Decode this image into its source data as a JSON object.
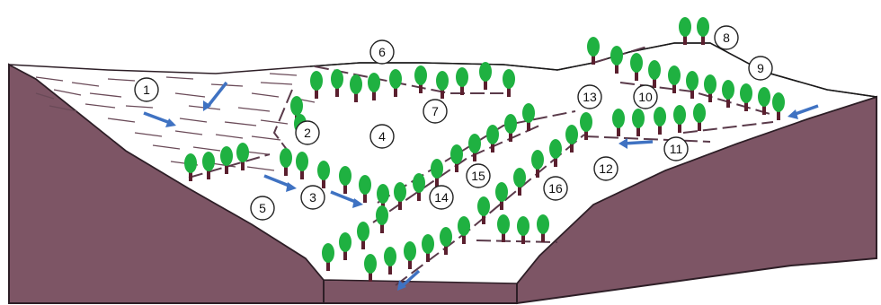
{
  "colors": {
    "hillside": "#7d5565",
    "hillside_edge": "#2d1e26",
    "snow": "#ffffff",
    "tree_canopy": "#1fb141",
    "tree_trunk": "#5a1f2e",
    "flow_arrow": "#3f72c2",
    "terrace_line": "#5a3a4a"
  },
  "icons": {
    "tree": "tree-icon",
    "arrow": "flow-arrow-icon"
  },
  "labels": {
    "n1": "1",
    "n2": "2",
    "n3": "3",
    "n4": "4",
    "n5": "5",
    "n6": "6",
    "n7": "7",
    "n8": "8",
    "n9": "9",
    "n10": "10",
    "n11": "11",
    "n12": "12",
    "n13": "13",
    "n14": "14",
    "n15": "15",
    "n16": "16"
  }
}
